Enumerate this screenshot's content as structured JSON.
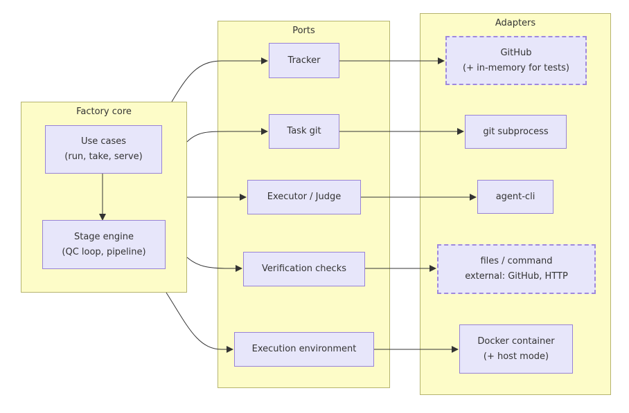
{
  "groups": {
    "factory_core": {
      "title": "Factory core"
    },
    "ports": {
      "title": "Ports"
    },
    "adapters": {
      "title": "Adapters"
    }
  },
  "nodes": {
    "use_cases": {
      "line1": "Use cases",
      "line2": "(run, take, serve)"
    },
    "stage_engine": {
      "line1": "Stage engine",
      "line2": "(QC loop, pipeline)"
    },
    "tracker": {
      "label": "Tracker"
    },
    "task_git": {
      "label": "Task git"
    },
    "executor_judge": {
      "label": "Executor / Judge"
    },
    "verification_checks": {
      "label": "Verification checks"
    },
    "execution_environment": {
      "label": "Execution environment"
    },
    "github": {
      "line1": "GitHub",
      "line2": "(+ in-memory for tests)"
    },
    "git_subprocess": {
      "label": "git subprocess"
    },
    "agent_cli": {
      "label": "agent-cli"
    },
    "files_command": {
      "line1": "files / command",
      "line2": "external: GitHub, HTTP"
    },
    "docker_container": {
      "line1": "Docker container",
      "line2": "(+ host mode)"
    }
  },
  "colors": {
    "group_fill": "#fdfcc8",
    "group_border": "#b5b36e",
    "node_fill": "#e7e6fa",
    "node_border": "#9782d6",
    "edge": "#333333"
  }
}
